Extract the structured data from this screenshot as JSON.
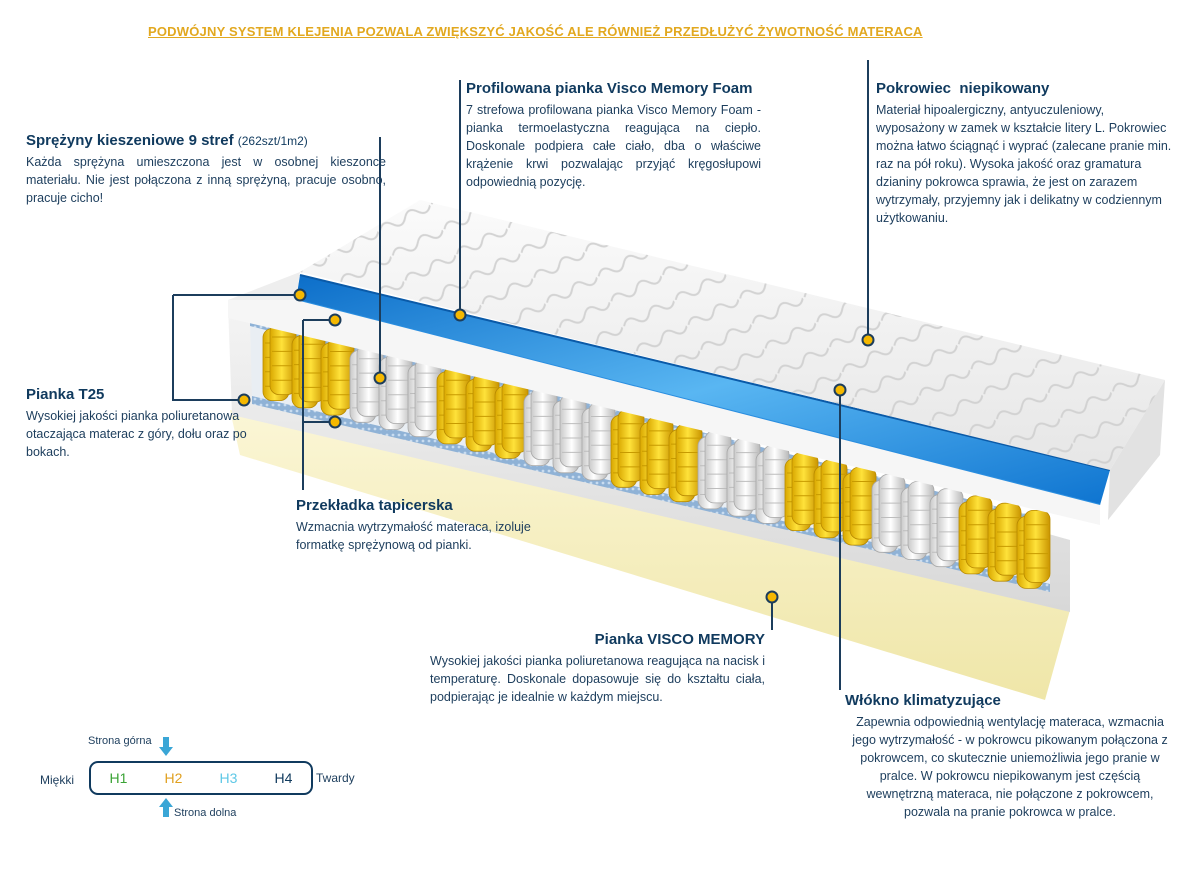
{
  "headline": "PODWÓJNY SYSTEM KLEJENIA POZWALA ZWIĘKSZYĆ JAKOŚĆ ALE RÓWNIEŻ PRZEDŁUŻYĆ ŻYWOTNOŚĆ MATERACA",
  "callouts": {
    "springs": {
      "title": "Sprężyny kieszeniowe 9 stref",
      "title_note": "(262szt/1m2)",
      "body": "Każda sprężyna umieszczona jest w osobnej kieszonce materiału. Nie jest połączona z inną sprężyną, pracuje osobno, pracuje cicho!"
    },
    "visco_profiled": {
      "title": "Profilowana pianka Visco Memory Foam",
      "body": "7 strefowa profilowana pianka Visco Memory Foam - pianka termoelastyczna reagująca na ciepło. Doskonale podpiera całe ciało, dba o właściwe krążenie krwi pozwalając przyjąć kręgosłupowi odpowiednią pozycję."
    },
    "cover": {
      "title": "Pokrowiec  niepikowany",
      "body": "Materiał hipoalergiczny, antyuczuleniowy, wyposażony w zamek w kształcie litery L. Pokrowiec można łatwo ściągnąć i wyprać (zalecane pranie min.  raz na pół roku). Wysoka jakość oraz gramatura dzianiny pokrowca sprawia, że jest on zarazem wytrzymały, przyjemny jak i delikatny w codziennym użytkowaniu."
    },
    "t25": {
      "title": "Pianka T25",
      "body": "Wysokiej jakości pianka poliuretanowa otaczająca materac z góry, dołu oraz po bokach."
    },
    "separator": {
      "title": "Przekładka tapicerska",
      "body": "Wzmacnia wytrzymałość materaca, izoluje formatkę sprężynową od pianki."
    },
    "visco_memory": {
      "title": "Pianka VISCO MEMORY",
      "body": "Wysokiej jakości pianka poliuretanowa reagująca na nacisk i temperaturę. Doskonale dopasowuje się do kształtu ciała, podpierając je idealnie w każdym miejscu."
    },
    "fiber": {
      "title": "Włókno klimatyzujące",
      "body": "Zapewnia odpowiednią wentylację materaca, wzmacnia jego wytrzymałość - w pokrowcu pikowanym połączona z pokrowcem, co skutecznie uniemożliwia jego pranie w pralce. W pokrowcu niepikowanym jest częścią wewnętrzną materaca, nie połączone z pokrowcem, pozwala na pranie pokrowca w pralce."
    }
  },
  "firmness": {
    "soft_label": "Miękki",
    "hard_label": "Twardy",
    "top_label": "Strona górna",
    "bottom_label": "Strona dolna",
    "levels": [
      {
        "label": "H1",
        "color": "#3aa335"
      },
      {
        "label": "H2",
        "color": "#e0a020"
      },
      {
        "label": "H3",
        "color": "#5ec8e6"
      },
      {
        "label": "H4",
        "color": "#103a5e"
      }
    ],
    "top_marker_level": "H2",
    "bottom_marker_level": "H2"
  },
  "colors": {
    "accent_yellow": "#e2a81f",
    "leader_line": "#1c3d5c",
    "marker_fill": "#f5b800",
    "visco_blue": "#1e88d8"
  }
}
